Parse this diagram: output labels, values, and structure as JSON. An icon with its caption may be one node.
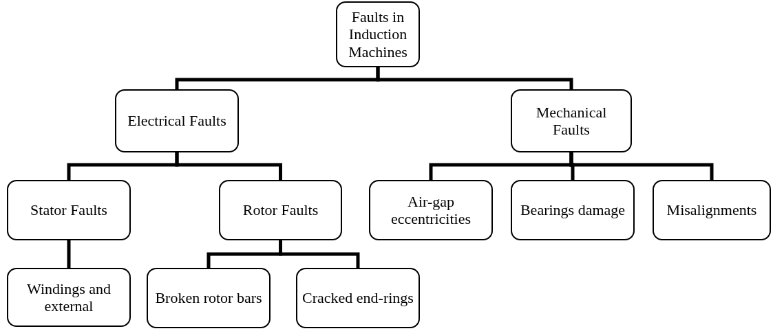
{
  "diagram": {
    "nodes": [
      {
        "text": [
          "Faults in Induction Machines"
        ]
      },
      {
        "text": [
          "Electrical Faults"
        ]
      },
      {
        "text": [
          "Mechanical Faults"
        ]
      },
      {
        "text": [
          "Stator Faults"
        ]
      },
      {
        "text": [
          "Rotor Faults"
        ]
      },
      {
        "text": [
          "Air-gap eccentricities"
        ]
      },
      {
        "text": [
          "Bearings damage"
        ]
      },
      {
        "text": [
          "Misalignments"
        ]
      },
      {
        "text": [
          "Windings and external"
        ]
      },
      {
        "text": [
          "Broken rotor bars"
        ]
      },
      {
        "text": [
          "Cracked end-rings"
        ]
      }
    ],
    "edges": [
      {
        "from": 0,
        "to": 1,
        "arrow": "none"
      },
      {
        "from": 0,
        "to": 2,
        "arrow": "none"
      },
      {
        "from": 1,
        "to": 3,
        "arrow": "none"
      },
      {
        "from": 1,
        "to": 4,
        "arrow": "none"
      },
      {
        "from": 2,
        "to": 5,
        "arrow": "none"
      },
      {
        "from": 2,
        "to": 6,
        "arrow": "none"
      },
      {
        "from": 2,
        "to": 7,
        "arrow": "none"
      },
      {
        "from": 3,
        "to": 8,
        "arrow": "none"
      },
      {
        "from": 4,
        "to": 9,
        "arrow": "none"
      },
      {
        "from": 4,
        "to": 10,
        "arrow": "none"
      }
    ]
  }
}
